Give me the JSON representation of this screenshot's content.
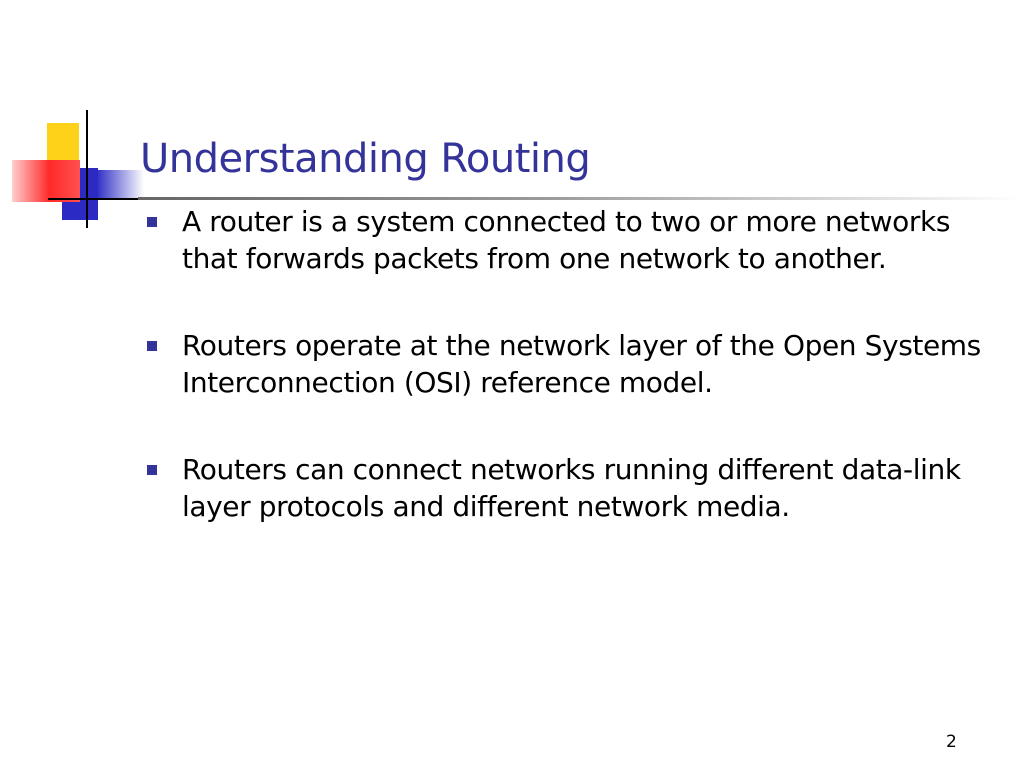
{
  "slide": {
    "title": "Understanding Routing",
    "bullets": [
      "A router is a system connected to two or more networks that forwards packets from one network to another.",
      "Routers operate at the network layer of the Open Systems Interconnection (OSI) reference model.",
      "Routers can connect networks running different data-link layer protocols and different network media."
    ],
    "slide_number": "2"
  },
  "colors": {
    "title": "#333399",
    "bullet_marker": "#333399",
    "accent_yellow": "#ffd21a",
    "accent_blue": "#2b2bc4",
    "accent_red": "#ff2a2a"
  },
  "icons": {
    "bullet": "square-bullet-icon",
    "decoration": "color-blocks-logo-icon"
  }
}
